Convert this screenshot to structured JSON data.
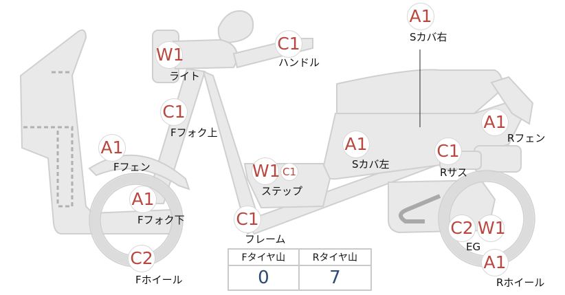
{
  "colors": {
    "part_fill": "#e9e9e9",
    "part_stroke": "#cfcfcf",
    "badge_text": "#b8473f",
    "value_text": "#2c4a78",
    "engine_rail": "#a9a9a9"
  },
  "parts": {
    "s_cover_right": {
      "grade": "A1",
      "label": "Sカバ右"
    },
    "light": {
      "grade": "W1",
      "label": "ライト"
    },
    "handle": {
      "grade": "C1",
      "label": "ハンドル"
    },
    "f_fork_upper": {
      "grade": "C1",
      "label": "Fフォク上"
    },
    "r_fender": {
      "grade": "A1",
      "label": "Rフェン"
    },
    "f_fender": {
      "grade": "A1",
      "label": "Fフェン"
    },
    "s_cover_left": {
      "grade": "A1",
      "label": "Sカバ左"
    },
    "r_suspension": {
      "grade": "C1",
      "label": "Rサス"
    },
    "step": {
      "grade": "W1",
      "grade2": "C1",
      "label": "ステップ"
    },
    "f_fork_lower": {
      "grade": "A1",
      "label": "Fフォク下"
    },
    "frame": {
      "grade": "C1",
      "label": "フレーム"
    },
    "engine": {
      "grade": "C2",
      "grade2": "W1",
      "label": "EG"
    },
    "f_wheel": {
      "grade": "C2",
      "label": "Fホイール"
    },
    "r_wheel": {
      "grade": "A1",
      "label": "Rホイール"
    }
  },
  "tread": {
    "front_label": "Fタイヤ山",
    "rear_label": "Rタイヤ山",
    "front_value": "0",
    "rear_value": "7"
  }
}
